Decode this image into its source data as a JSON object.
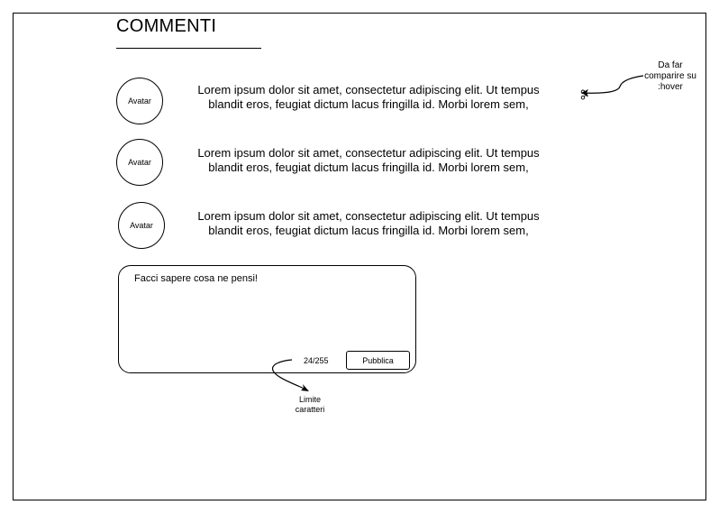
{
  "section": {
    "title": "COMMENTI"
  },
  "comments": [
    {
      "avatar_label": "Avatar",
      "text": "Lorem ipsum dolor sit amet, consectetur adipiscing elit. Ut tempus blandit eros, feugiat dictum lacus fringilla id. Morbi lorem sem,"
    },
    {
      "avatar_label": "Avatar",
      "text": "Lorem ipsum dolor sit amet, consectetur adipiscing elit. Ut tempus blandit eros, feugiat dictum lacus fringilla id. Morbi lorem sem,"
    },
    {
      "avatar_label": "Avatar",
      "text": "Lorem ipsum dolor sit amet, consectetur adipiscing elit. Ut tempus blandit eros, feugiat dictum lacus fringilla id. Morbi lorem sem,"
    }
  ],
  "composer": {
    "placeholder": "Facci sapere cosa ne pensi!",
    "counter": "24/255",
    "publish_label": "Pubblica"
  },
  "annotations": {
    "hover_note": "Da far comparire su :hover",
    "limit_note": "Limite caratteri"
  },
  "icons": {
    "hover_icon": "scissors-icon"
  }
}
